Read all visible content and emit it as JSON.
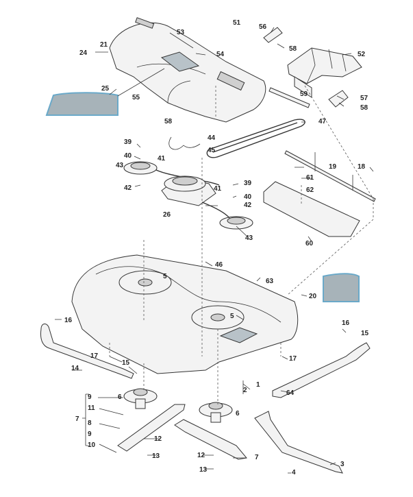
{
  "diagram": {
    "callouts": [
      {
        "id": "c51",
        "text": "51"
      },
      {
        "id": "c56",
        "text": "56"
      },
      {
        "id": "c53",
        "text": "53"
      },
      {
        "id": "c21",
        "text": "21"
      },
      {
        "id": "c24",
        "text": "24"
      },
      {
        "id": "c54",
        "text": "54"
      },
      {
        "id": "c58a",
        "text": "58"
      },
      {
        "id": "c52",
        "text": "52"
      },
      {
        "id": "c25",
        "text": "25"
      },
      {
        "id": "c59",
        "text": "59"
      },
      {
        "id": "c55",
        "text": "55"
      },
      {
        "id": "c57",
        "text": "57"
      },
      {
        "id": "c58b",
        "text": "58"
      },
      {
        "id": "c58c",
        "text": "58"
      },
      {
        "id": "c47",
        "text": "47"
      },
      {
        "id": "c39a",
        "text": "39"
      },
      {
        "id": "c44",
        "text": "44"
      },
      {
        "id": "c45",
        "text": "45"
      },
      {
        "id": "c40a",
        "text": "40"
      },
      {
        "id": "c41a",
        "text": "41"
      },
      {
        "id": "c43a",
        "text": "43"
      },
      {
        "id": "c19",
        "text": "19"
      },
      {
        "id": "c18",
        "text": "18"
      },
      {
        "id": "c42a",
        "text": "42"
      },
      {
        "id": "c61",
        "text": "61"
      },
      {
        "id": "c39b",
        "text": "39"
      },
      {
        "id": "c62",
        "text": "62"
      },
      {
        "id": "c41b",
        "text": "41"
      },
      {
        "id": "c40b",
        "text": "40"
      },
      {
        "id": "c42b",
        "text": "42"
      },
      {
        "id": "c26",
        "text": "26"
      },
      {
        "id": "c43b",
        "text": "43"
      },
      {
        "id": "c60",
        "text": "60"
      },
      {
        "id": "c46",
        "text": "46"
      },
      {
        "id": "c5a",
        "text": "5"
      },
      {
        "id": "c63",
        "text": "63"
      },
      {
        "id": "c20",
        "text": "20"
      },
      {
        "id": "c16a",
        "text": "16"
      },
      {
        "id": "c5b",
        "text": "5"
      },
      {
        "id": "c16b",
        "text": "16"
      },
      {
        "id": "c15a",
        "text": "15"
      },
      {
        "id": "c17a",
        "text": "17"
      },
      {
        "id": "c14",
        "text": "14"
      },
      {
        "id": "c15b",
        "text": "15"
      },
      {
        "id": "c17b",
        "text": "17"
      },
      {
        "id": "c1",
        "text": "1"
      },
      {
        "id": "c2",
        "text": "2"
      },
      {
        "id": "c64",
        "text": "64"
      },
      {
        "id": "c9a",
        "text": "9"
      },
      {
        "id": "c6a",
        "text": "6"
      },
      {
        "id": "c11",
        "text": "11"
      },
      {
        "id": "c7a",
        "text": "7"
      },
      {
        "id": "c8",
        "text": "8"
      },
      {
        "id": "c6b",
        "text": "6"
      },
      {
        "id": "c9b",
        "text": "9"
      },
      {
        "id": "c12a",
        "text": "12"
      },
      {
        "id": "c10",
        "text": "10"
      },
      {
        "id": "c13a",
        "text": "13"
      },
      {
        "id": "c12b",
        "text": "12"
      },
      {
        "id": "c7b",
        "text": "7"
      },
      {
        "id": "c3",
        "text": "3"
      },
      {
        "id": "c13b",
        "text": "13"
      },
      {
        "id": "c4",
        "text": "4"
      }
    ]
  }
}
